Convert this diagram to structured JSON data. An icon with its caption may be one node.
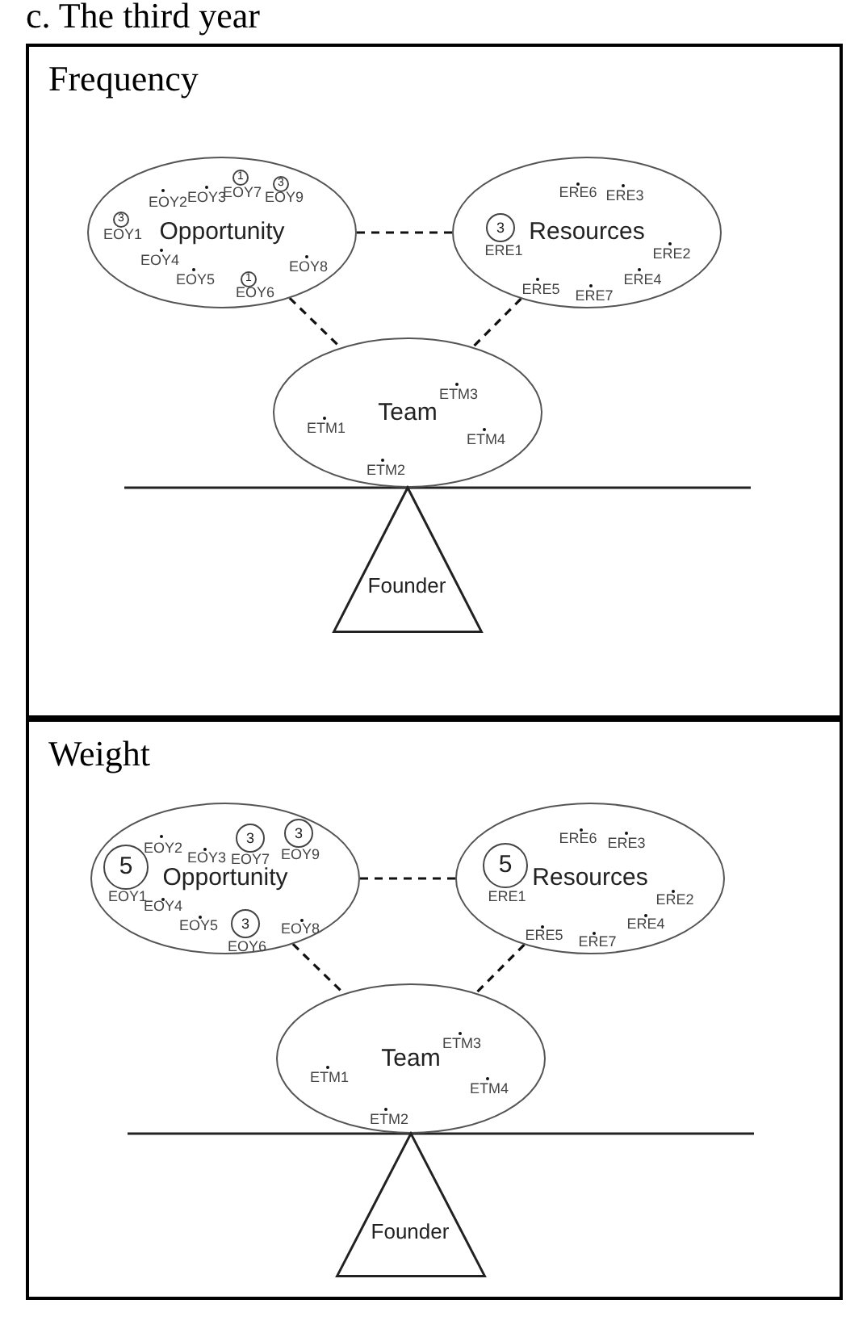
{
  "diagram": {
    "title": "c. The third year",
    "nodes": [
      {
        "text": [
          "Frequency"
        ]
      },
      {
        "text": [
          "Opportunity"
        ],
        "in": 0
      },
      {
        "text": [
          "Resources"
        ],
        "in": 0
      },
      {
        "text": [
          "Team"
        ],
        "in": 0
      },
      {
        "text": [
          "Founder"
        ],
        "in": 0
      },
      {
        "text": [
          "3",
          "EOY1"
        ],
        "in": 1
      },
      {
        "text": [
          "EOY2"
        ],
        "in": 1
      },
      {
        "text": [
          "EOY3"
        ],
        "in": 1
      },
      {
        "text": [
          "EOY4"
        ],
        "in": 1
      },
      {
        "text": [
          "EOY5"
        ],
        "in": 1
      },
      {
        "text": [
          "1",
          "EOY6"
        ],
        "in": 1
      },
      {
        "text": [
          "1",
          "EOY7"
        ],
        "in": 1
      },
      {
        "text": [
          "EOY8"
        ],
        "in": 1
      },
      {
        "text": [
          "3",
          "EOY9"
        ],
        "in": 1
      },
      {
        "text": [
          "3",
          "ERE1"
        ],
        "in": 2
      },
      {
        "text": [
          "ERE2"
        ],
        "in": 2
      },
      {
        "text": [
          "ERE3"
        ],
        "in": 2
      },
      {
        "text": [
          "ERE4"
        ],
        "in": 2
      },
      {
        "text": [
          "ERE5"
        ],
        "in": 2
      },
      {
        "text": [
          "ERE6"
        ],
        "in": 2
      },
      {
        "text": [
          "ERE7"
        ],
        "in": 2
      },
      {
        "text": [
          "ETM1"
        ],
        "in": 3
      },
      {
        "text": [
          "ETM2"
        ],
        "in": 3
      },
      {
        "text": [
          "ETM3"
        ],
        "in": 3
      },
      {
        "text": [
          "ETM4"
        ],
        "in": 3
      },
      {
        "text": [
          "Weight"
        ]
      },
      {
        "text": [
          "Opportunity"
        ],
        "in": 25
      },
      {
        "text": [
          "Resources"
        ],
        "in": 25
      },
      {
        "text": [
          "Team"
        ],
        "in": 25
      },
      {
        "text": [
          "Founder"
        ],
        "in": 25
      },
      {
        "text": [
          "5",
          "EOY1"
        ],
        "in": 26
      },
      {
        "text": [
          "EOY2"
        ],
        "in": 26
      },
      {
        "text": [
          "EOY3"
        ],
        "in": 26
      },
      {
        "text": [
          "EOY4"
        ],
        "in": 26
      },
      {
        "text": [
          "EOY5"
        ],
        "in": 26
      },
      {
        "text": [
          "3",
          "EOY6"
        ],
        "in": 26
      },
      {
        "text": [
          "3",
          "EOY7"
        ],
        "in": 26
      },
      {
        "text": [
          "EOY8"
        ],
        "in": 26
      },
      {
        "text": [
          "3",
          "EOY9"
        ],
        "in": 26
      },
      {
        "text": [
          "5",
          "ERE1"
        ],
        "in": 27
      },
      {
        "text": [
          "ERE2"
        ],
        "in": 27
      },
      {
        "text": [
          "ERE3"
        ],
        "in": 27
      },
      {
        "text": [
          "ERE4"
        ],
        "in": 27
      },
      {
        "text": [
          "ERE5"
        ],
        "in": 27
      },
      {
        "text": [
          "ERE6"
        ],
        "in": 27
      },
      {
        "text": [
          "ERE7"
        ],
        "in": 27
      },
      {
        "text": [
          "ETM1"
        ],
        "in": 28
      },
      {
        "text": [
          "ETM2"
        ],
        "in": 28
      },
      {
        "text": [
          "ETM3"
        ],
        "in": 28
      },
      {
        "text": [
          "ETM4"
        ],
        "in": 28
      }
    ],
    "edges": [
      {
        "from": 1,
        "to": 2,
        "arrow": "none",
        "style": "dashed"
      },
      {
        "from": 1,
        "to": 3,
        "arrow": "none",
        "style": "dashed"
      },
      {
        "from": 2,
        "to": 3,
        "arrow": "none",
        "style": "dashed"
      },
      {
        "from": 26,
        "to": 27,
        "arrow": "none",
        "style": "dashed"
      },
      {
        "from": 26,
        "to": 28,
        "arrow": "none",
        "style": "dashed"
      },
      {
        "from": 27,
        "to": 28,
        "arrow": "none",
        "style": "dashed"
      }
    ]
  }
}
